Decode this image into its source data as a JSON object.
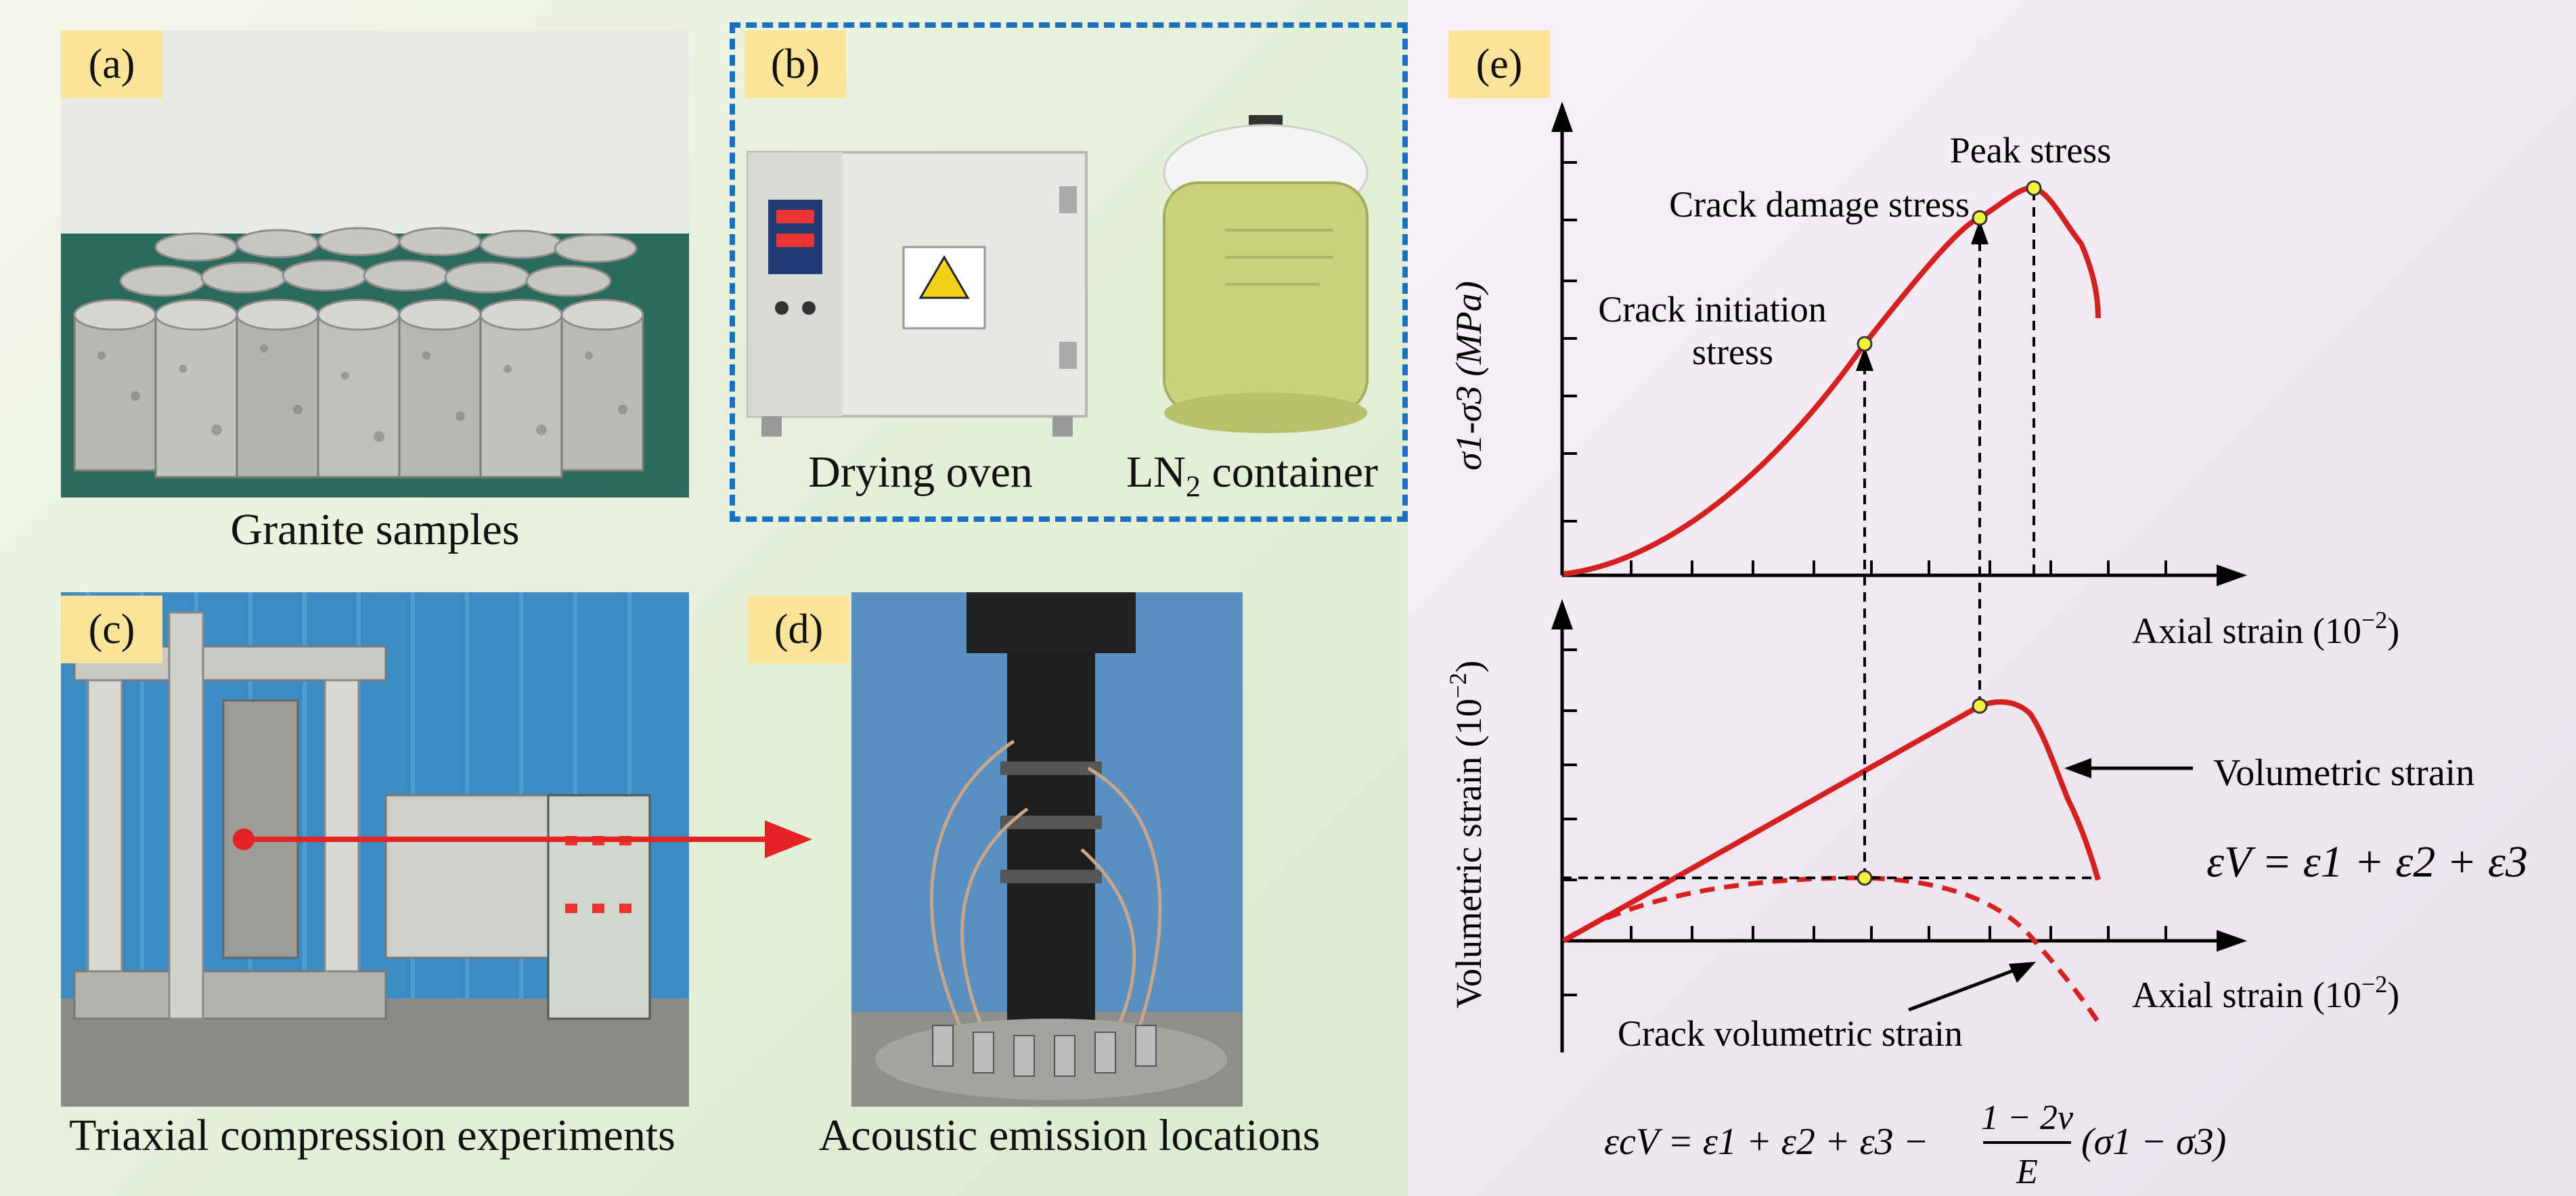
{
  "panels": {
    "a": {
      "label": "(a)",
      "caption": "Granite samples"
    },
    "b": {
      "label": "(b)",
      "caption_oven": "Drying oven",
      "caption_ln2_pre": "LN",
      "caption_ln2_sub": "2",
      "caption_ln2_post": " container"
    },
    "c": {
      "label": "(c)",
      "caption": "Triaxial compression experiments"
    },
    "d": {
      "label": "(d)",
      "caption": "Acoustic emission locations"
    },
    "e": {
      "label": "(e)"
    }
  },
  "diagram": {
    "peak_stress": "Peak stress",
    "crack_damage_stress": "Crack damage stress",
    "crack_initiation_line1": "Crack initiation",
    "crack_initiation_line2": "stress",
    "axial_strain_label": "Axial strain (10",
    "axial_strain_exp": "−2",
    "axial_strain_close": ")",
    "stress_axis_label": "σ1-σ3 (MPa)",
    "volumetric_axis_label": "Volumetric strain (10",
    "volumetric_axis_exp": "−2",
    "volumetric_strain": "Volumetric strain",
    "crack_volumetric_strain": "Crack volumetric strain",
    "eq_volumetric": "εV = ε1 + ε2 + ε3",
    "eq_crack_volumetric_left": "εcV = ε1 + ε2 + ε3 −",
    "eq_fraction_num": "1 − 2ν",
    "eq_fraction_den": "E",
    "eq_crack_volumetric_right": "(σ1 − σ3)"
  },
  "colors": {
    "curve": "#d42020",
    "point": "#f4f13a",
    "label_bg": "#fbe39a",
    "dash_border": "#1a6fc2"
  }
}
